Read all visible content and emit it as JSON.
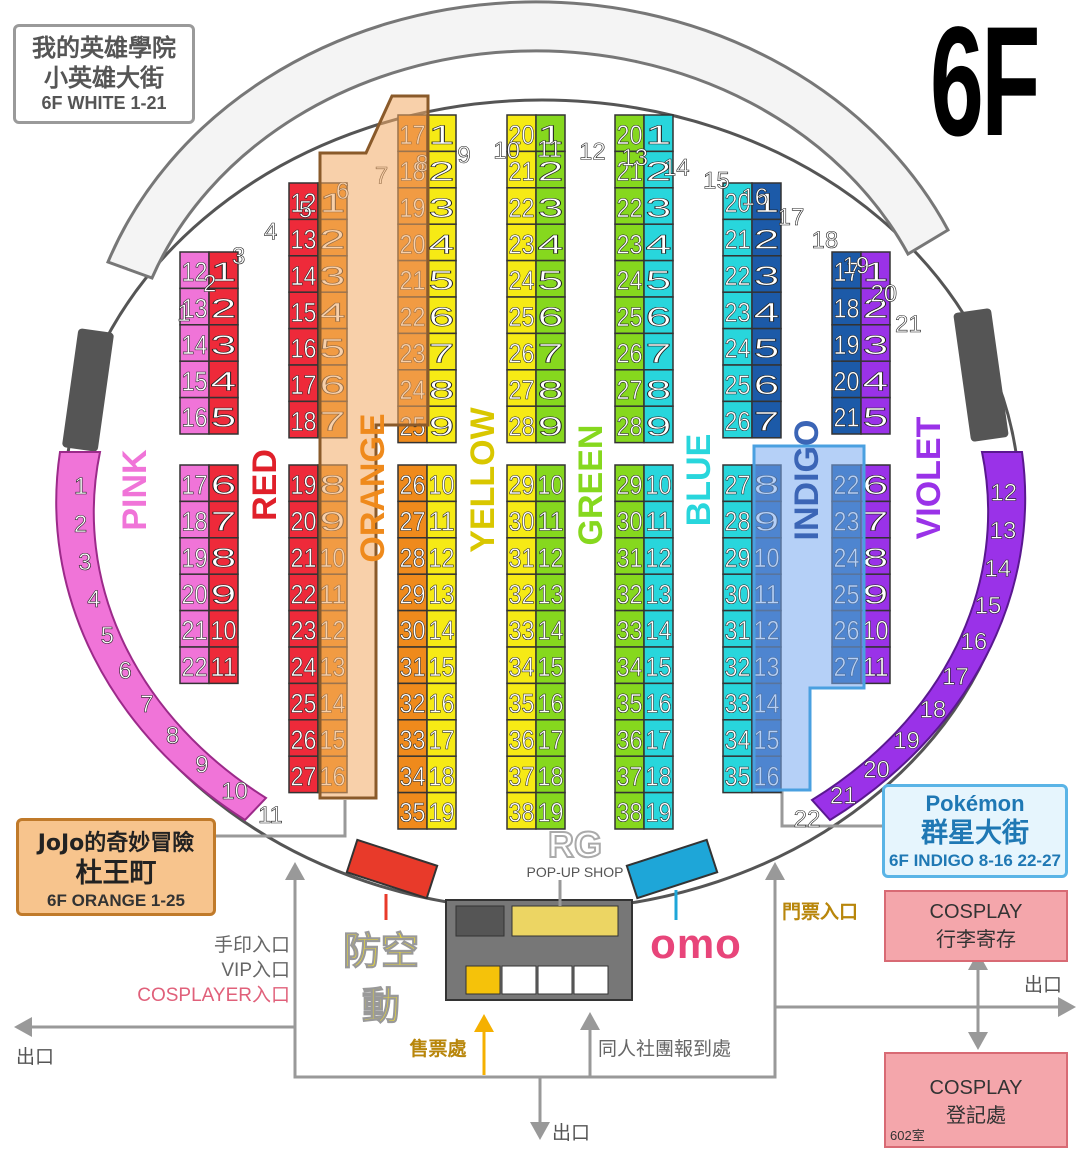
{
  "floor": "6F",
  "white_zone": {
    "line1": "我的英雄學院",
    "line2": "小英雄大街",
    "line3": "6F WHITE 1-21",
    "outer_numbers": [
      "1",
      "2",
      "3",
      "4",
      "5",
      "6",
      "7",
      "8",
      "9",
      "10",
      "11",
      "12",
      "13",
      "14",
      "15",
      "16",
      "17",
      "18",
      "19",
      "20",
      "21"
    ]
  },
  "orange_zone": {
    "line1": "JoJo的奇妙冒險",
    "line2": "杜王町",
    "line3": "6F ORANGE 1-25"
  },
  "indigo_zone": {
    "line1": "Pokémon",
    "line2": "群星大街",
    "line3": "6F INDIGO 8-16 22-27"
  },
  "colors": {
    "pink": "#f074d8",
    "red": "#ee2a3a",
    "orange": "#ef8a1c",
    "yellow": "#f6ea15",
    "green": "#86d81e",
    "cyan": "#28d6dc",
    "blue": "#1c5aa8",
    "indigo": "#3b65b6",
    "violet": "#9a32e8",
    "white": "#f2f2f2"
  },
  "color_labels": {
    "pink": "PINK",
    "red": "RED",
    "orange": "ORANGE",
    "yellow": "YELLOW",
    "green": "GREEN",
    "blue": "BLUE",
    "indigo": "INDIGO",
    "violet": "VIOLET"
  },
  "columns": {
    "pink_top": [
      "12",
      "13",
      "14",
      "15",
      "16"
    ],
    "red_top_a": [
      "1",
      "2",
      "3",
      "4",
      "5"
    ],
    "pink_bot": [
      "17",
      "18",
      "19",
      "20",
      "21",
      "22"
    ],
    "red_bot_a": [
      "6",
      "7",
      "8",
      "9",
      "10",
      "11"
    ],
    "red_top_b": [
      "12",
      "13",
      "14",
      "15",
      "16",
      "17",
      "18"
    ],
    "orange_top_a": [
      "1",
      "2",
      "3",
      "4",
      "5",
      "6",
      "7"
    ],
    "red_bot_b": [
      "19",
      "20",
      "21",
      "22",
      "23",
      "24",
      "25",
      "26",
      "27"
    ],
    "orange_bot_a": [
      "8",
      "9",
      "10",
      "11",
      "12",
      "13",
      "14",
      "15",
      "16"
    ],
    "orange_top_b": [
      "17",
      "18",
      "19",
      "20",
      "21",
      "22",
      "23",
      "24",
      "25"
    ],
    "yellow_top_a": [
      "1",
      "2",
      "3",
      "4",
      "5",
      "6",
      "7",
      "8",
      "9"
    ],
    "orange_bot_b": [
      "26",
      "27",
      "28",
      "29",
      "30",
      "31",
      "32",
      "33",
      "34",
      "35"
    ],
    "yellow_bot_a": [
      "10",
      "11",
      "12",
      "13",
      "14",
      "15",
      "16",
      "17",
      "18",
      "19"
    ],
    "yellow_top_b": [
      "20",
      "21",
      "22",
      "23",
      "24",
      "25",
      "26",
      "27",
      "28"
    ],
    "green_top_a": [
      "1",
      "2",
      "3",
      "4",
      "5",
      "6",
      "7",
      "8",
      "9"
    ],
    "yellow_bot_b": [
      "29",
      "30",
      "31",
      "32",
      "33",
      "34",
      "35",
      "36",
      "37",
      "38"
    ],
    "green_bot_a": [
      "10",
      "11",
      "12",
      "13",
      "14",
      "15",
      "16",
      "17",
      "18",
      "19"
    ],
    "green_top_b": [
      "20",
      "21",
      "22",
      "23",
      "24",
      "25",
      "26",
      "27",
      "28"
    ],
    "cyan_top_a": [
      "1",
      "2",
      "3",
      "4",
      "5",
      "6",
      "7",
      "8",
      "9"
    ],
    "green_bot_b": [
      "29",
      "30",
      "31",
      "32",
      "33",
      "34",
      "35",
      "36",
      "37",
      "38"
    ],
    "cyan_bot_a": [
      "10",
      "11",
      "12",
      "13",
      "14",
      "15",
      "16",
      "17",
      "18",
      "19"
    ],
    "cyan_top_b": [
      "20",
      "21",
      "22",
      "23",
      "24",
      "25",
      "26"
    ],
    "blue_top_a": [
      "1",
      "2",
      "3",
      "4",
      "5",
      "6",
      "7"
    ],
    "cyan_bot_b": [
      "27",
      "28",
      "29",
      "30",
      "31",
      "32",
      "33",
      "34",
      "35"
    ],
    "blue_bot_a": [
      "8",
      "9",
      "10",
      "11",
      "12",
      "13",
      "14",
      "15",
      "16"
    ],
    "blue_top_b": [
      "17",
      "18",
      "19",
      "20",
      "21"
    ],
    "violet_top_a": [
      "1",
      "2",
      "3",
      "4",
      "5"
    ],
    "blue_bot_b": [
      "22",
      "23",
      "24",
      "25",
      "26",
      "27"
    ],
    "violet_bot_a": [
      "6",
      "7",
      "8",
      "9",
      "10",
      "11"
    ]
  },
  "pink_arc": [
    "1",
    "2",
    "3",
    "4",
    "5",
    "6",
    "7",
    "8",
    "9",
    "10",
    "11"
  ],
  "violet_arc": [
    "12",
    "13",
    "14",
    "15",
    "16",
    "17",
    "18",
    "19",
    "20",
    "21",
    "22"
  ],
  "booths": {
    "rg_logo": "RG",
    "rg_sub": "POP-UP SHOP",
    "omo": "omo",
    "fangkong": "防空動"
  },
  "entrances": {
    "left_1": "手印入口",
    "left_2": "VIP入口",
    "left_3": "COSPLAYER入口",
    "ticket_gate": "門票入口",
    "ticket_office": "售票處",
    "doujin_checkin": "同人社團報到處"
  },
  "cosplay_luggage": {
    "line1": "COSPLAY",
    "line2": "行李寄存"
  },
  "cosplay_register": {
    "line1": "COSPLAY",
    "line2": "登記處",
    "room": "602室"
  },
  "exits": {
    "left": "出口",
    "bottom": "出口",
    "right": "出口"
  }
}
